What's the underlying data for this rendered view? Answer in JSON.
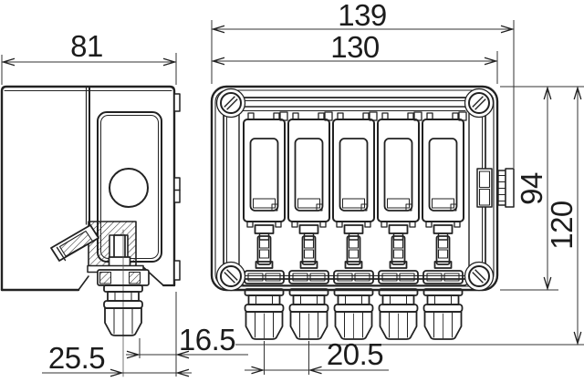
{
  "drawing": {
    "dimensions": {
      "side_width": "81",
      "overall_width": "139",
      "body_width": "130",
      "body_height": "94",
      "overall_height": "120",
      "gland_edge_offset": "16.5",
      "gland_center_to_edge": "25.5",
      "gland_pitch": "20.5"
    },
    "module_count": 5,
    "gland_count": 5,
    "colors": {
      "line": "#222222",
      "background": "#ffffff"
    }
  }
}
